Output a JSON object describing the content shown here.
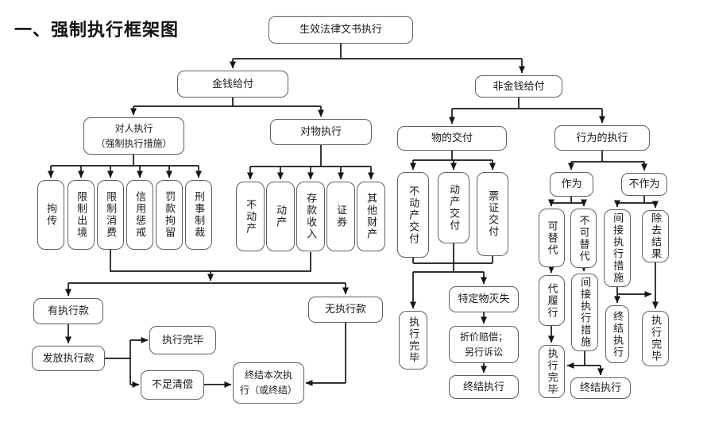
{
  "title": "一、强制执行框架图",
  "colors": {
    "line": "#161616",
    "box_border": "#5f5f5f",
    "text": "#1a1a1a",
    "background": "#ffffff"
  },
  "nodes": {
    "root": "生效法律文书执行",
    "money": "金钱给付",
    "non_money": "非金钱给付",
    "against_person": "对人执行\n（强制执行措施）",
    "against_property": "对物执行",
    "delivery": "物的交付",
    "conduct": "行为的执行",
    "ju_chuan": "拘传",
    "limit_exit": "限制出境",
    "limit_consumption": "限制消费",
    "credit_discipline": "信用惩戒",
    "fine_detention": "罚款拘留",
    "criminal_sanction": "刑事制裁",
    "real_estate": "不动产",
    "movable_property": "动产",
    "deposit_income": "存款收入",
    "securities": "证券",
    "other_property": "其他财产",
    "re_delivery": "不动产交付",
    "mv_delivery": "动产交付",
    "tk_delivery": "票证交付",
    "act": "作为",
    "omission": "不作为",
    "substitutable": "可替代",
    "non_substitutable": "不可替代",
    "indirect_measures_1": "间接执行措施",
    "remove_result": "除去结果",
    "has_funds": "有执行款",
    "no_funds": "无执行款",
    "distribute_funds": "发放执行款",
    "exec_complete_left": "执行完毕",
    "insufficient": "不足清偿",
    "end_this_execution": "终结本次执\n行（或终结）",
    "exec_complete_mid": "执行完毕",
    "specific_thing_lost": "特定物灭失",
    "compensation": "折价赔偿；\n另行诉讼",
    "end_execution_mid": "终结执行",
    "perform_on_behalf": "代履行",
    "indirect_measures_2": "间接执行措施",
    "end_execution_v": "终结执行",
    "exec_complete_r1": "执行完毕",
    "exec_complete_r2": "执行完毕",
    "end_execution_h": "终结执行"
  }
}
